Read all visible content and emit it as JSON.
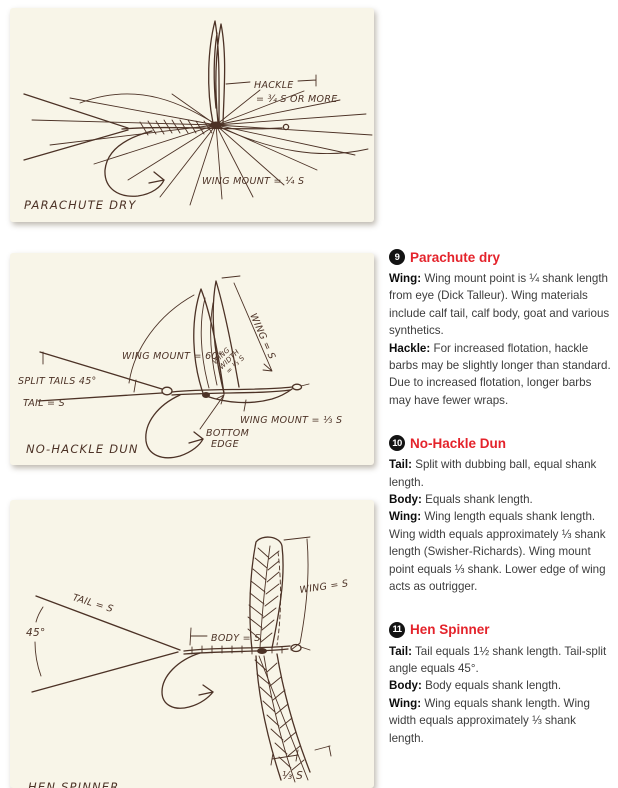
{
  "colors": {
    "panel_bg": "#f8f5e8",
    "ink": "#4c3226",
    "accent_red": "#e4232b",
    "badge_bg": "#131313",
    "body_text": "#3d3d3d"
  },
  "diagrams": [
    {
      "caption": "PARACHUTE DRY",
      "labels": {
        "hackle_1": "HACKLE",
        "hackle_2": "= ¾ S OR MORE",
        "wing_mount": "WING MOUNT = ¼ S"
      }
    },
    {
      "caption": "NO-HACKLE DUN",
      "labels": {
        "wing_dim": "WING = S",
        "mount_angle": "WING MOUNT = 60°",
        "width_1": "WING",
        "width_2": "WIDTH",
        "width_3": "= ⅓ S",
        "split_tails": "SPLIT TAILS 45°",
        "tail": "TAIL = S",
        "wing_mount": "WING MOUNT = ⅓ S",
        "bottom_1": "BOTTOM",
        "bottom_2": "EDGE"
      }
    },
    {
      "caption": "HEN SPINNER",
      "labels": {
        "tail": "TAIL = S",
        "angle": "45°",
        "body": "BODY = S",
        "wing": "WING = S",
        "width": "⅓ S"
      }
    }
  ],
  "sections": [
    {
      "number": "9",
      "title": "Parachute dry",
      "paragraphs": [
        {
          "lead": "Wing:",
          "text": "Wing mount point is ¼ shank length from eye (Dick Talleur). Wing materials include calf tail, calf body, goat and various synthetics."
        },
        {
          "lead": "Hackle:",
          "text": "For increased flotation, hackle barbs may be slightly longer than standard. Due to increased flotation, longer barbs may have fewer wraps."
        }
      ]
    },
    {
      "number": "10",
      "title": "No-Hackle Dun",
      "paragraphs": [
        {
          "lead": "Tail:",
          "text": "Split with dubbing ball, equal shank length."
        },
        {
          "lead": "Body:",
          "text": "Equals shank length."
        },
        {
          "lead": "Wing:",
          "text": "Wing length equals shank length. Wing width equals approximately ⅓ shank length (Swisher-Richards). Wing mount point equals ⅓ shank. Lower edge of wing acts as outrigger."
        }
      ]
    },
    {
      "number": "11",
      "title": "Hen Spinner",
      "paragraphs": [
        {
          "lead": "Tail:",
          "text": "Tail equals 1½ shank length. Tail-split angle equals 45°."
        },
        {
          "lead": "Body:",
          "text": "Body equals shank length."
        },
        {
          "lead": "Wing:",
          "text": "Wing equals shank length. Wing width equals approximately ⅓ shank length."
        }
      ]
    }
  ]
}
